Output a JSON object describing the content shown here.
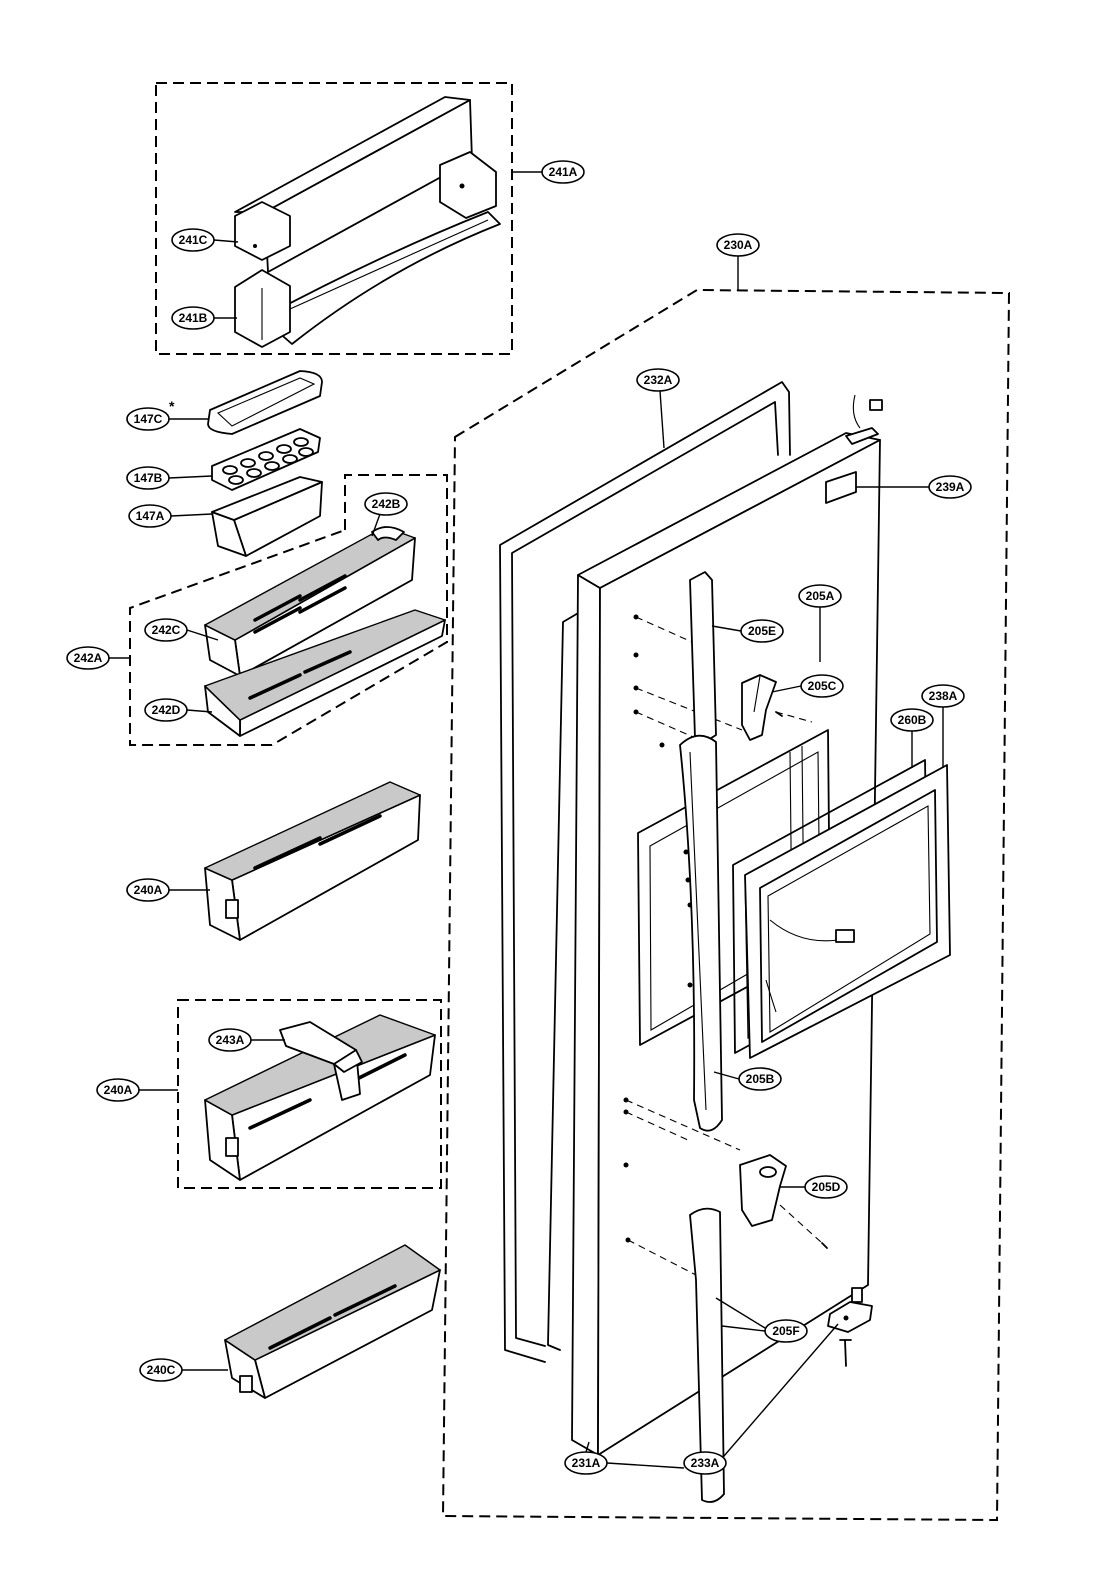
{
  "part_labels": [
    "241A",
    "241C",
    "241B",
    "230A",
    "147C",
    "147B",
    "147A",
    "242B",
    "232A",
    "239A",
    "205A",
    "205E",
    "242C",
    "242A",
    "242D",
    "205C",
    "238A",
    "260B",
    "240A",
    "243A",
    "240A",
    "205B",
    "205D",
    "240C",
    "205F",
    "231A",
    "233A"
  ],
  "asterisk": "*",
  "colors": {
    "line": "#000000",
    "stipple": "#c9c9c9",
    "background": "#ffffff"
  }
}
